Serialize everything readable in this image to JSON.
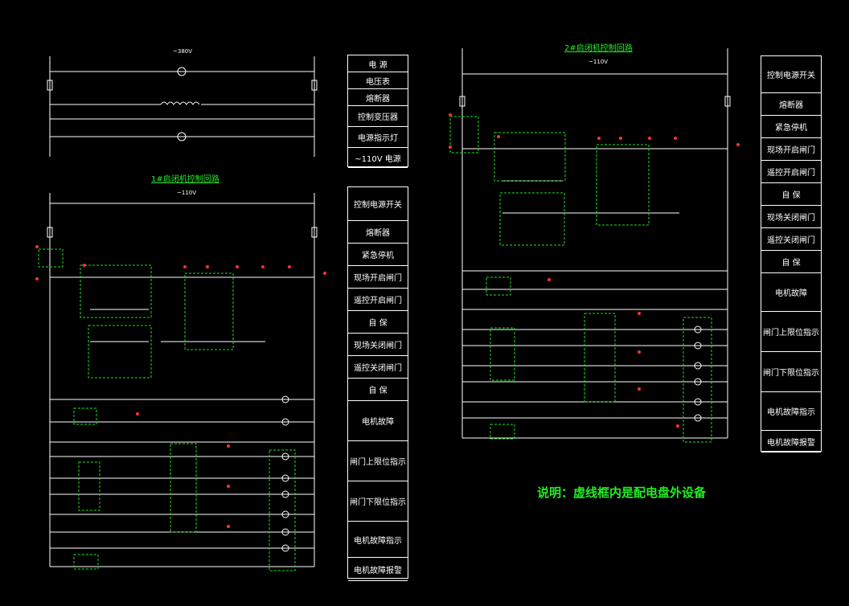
{
  "left_title": "1#启闭机控制回路",
  "right_title": "2#启闭机控制回路",
  "voltage_top": "~380V",
  "voltage_left": "~110V",
  "voltage_right": "~110V",
  "note": "说明：虚线框内是配电盘外设备",
  "left_table_top": [
    "电 源",
    "电压表",
    "熔断器",
    "控制变压器",
    "电源指示灯",
    "~110V 电源"
  ],
  "left_table_bottom": [
    "控制电源开关",
    "熔断器",
    "紧急停机",
    "现场开启闸门",
    "遥控开启闸门",
    "自 保",
    "现场关闭闸门",
    "遥控关闭闸门",
    "自 保",
    "电机故障",
    "闸门上限位指示",
    "闸门下限位指示",
    "电机故障指示",
    "电机故障报警"
  ],
  "right_table": [
    "控制电源开关",
    "熔断器",
    "紧急停机",
    "现场开启闸门",
    "遥控开启闸门",
    "自 保",
    "现场关闭闸门",
    "遥控关闭闸门",
    "自 保",
    "电机故障",
    "闸门上限位指示",
    "闸门下限位指示",
    "电机故障指示",
    "电机故障报警"
  ],
  "colors": {
    "line": "#ffffff",
    "dash": "#22dd22",
    "red": "#ff3333",
    "green": "#22ee22"
  }
}
